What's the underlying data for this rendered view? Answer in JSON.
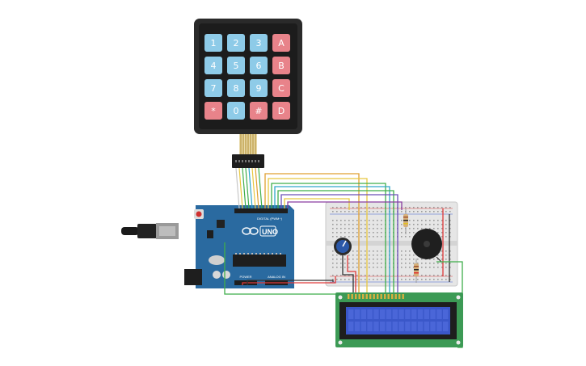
{
  "keypad": {
    "rows": [
      [
        "1",
        "2",
        "3",
        "A"
      ],
      [
        "4",
        "5",
        "6",
        "B"
      ],
      [
        "7",
        "8",
        "9",
        "C"
      ],
      [
        "*",
        "0",
        "#",
        "D"
      ]
    ],
    "colors": {
      "number": "#8ecbe8",
      "letter": "#e8838a",
      "frame": "#2a2a2a"
    }
  },
  "arduino": {
    "model_label": "UNO",
    "digital_label": "DIGITAL (PWM~)",
    "power_label": "POWER",
    "analog_label": "ANALOG IN",
    "board_color": "#2a6aa0"
  },
  "lcd": {
    "screen_color": "#3a57c9",
    "pcb_color": "#3c9a55"
  },
  "wire_colors": [
    "#e0a030",
    "#e8c840",
    "#3fae4a",
    "#2fa6c9",
    "#6a4fb8",
    "#8a3fa0",
    "#e03a3a",
    "#333333"
  ]
}
